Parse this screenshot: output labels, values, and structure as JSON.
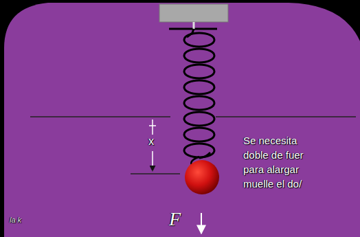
{
  "diagram": {
    "labels": [
      "x",
      "F",
      "Se necesita doble de fuer para alargar muelle el do/",
      "la k"
    ]
  }
}
